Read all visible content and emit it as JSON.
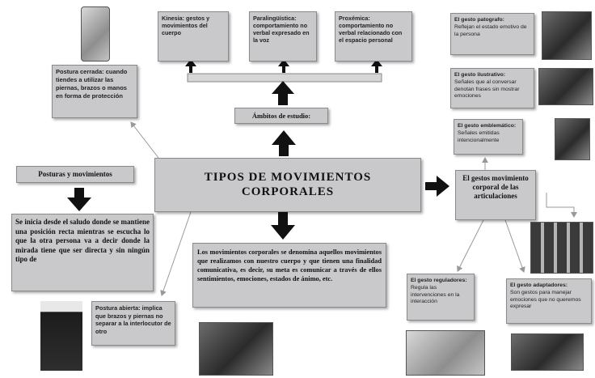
{
  "title": "TIPOS DE MOVIMIENTOS CORPORALES",
  "ambitos": {
    "label": "Ámbitos de estudio:",
    "kinesia": "Kinesia: gestos y movimientos del cuerpo",
    "paralinguistica": "Paralingüística: comportamiento no verbal expresado en la voz",
    "proxemica": "Proxémica: comportamiento no verbal relacionado con el espacio personal"
  },
  "postura_cerrada": "Postura cerrada: cuando tiendes a utilizar las piernas, brazos o manos en forma de protección",
  "posturas": {
    "heading": "Posturas y movimientos",
    "text": "Se inicia desde el saludo donde se mantiene una posición recta mientras se escucha lo que la otra persona va a decir donde la mirada tiene que ser directa y sin ningún tipo de"
  },
  "definicion": "Los movimientos corporales se denomina aquellos movimientos que realizamos con nuestro cuerpo y que tienen una finalidad comunicativa, es decir, su meta es comunicar a través de ellos sentimientos, emociones, estados de ánimo, etc.",
  "postura_abierta": "Postura abierta: implica que brazos y piernas no separar a la interlocutor de otro",
  "gestos": {
    "heading": "El gestos movimiento corporal de las articulaciones",
    "patografo_title": "El gesto patografo:",
    "patografo_text": "Reflejan el estado emotivo de la persona",
    "ilustrativo_title": "El gesto ilustrativo:",
    "ilustrativo_text": "Señales que al conversar denotan frases sin mostrar emociones",
    "emblematico_title": "El gesto emblemático:",
    "emblematico_text": "Señales emitidas intencionalmente",
    "regulador_title": "El gesto reguladores:",
    "regulador_text": "Regula las intervenciones en la interacción",
    "adaptador_title": "El gesto adaptadores:",
    "adaptador_text": "Son gestos para manejar emociones que no queremos expresar"
  },
  "colors": {
    "box": "#c9c9cb",
    "arrow": "#111111",
    "line": "#888888"
  }
}
